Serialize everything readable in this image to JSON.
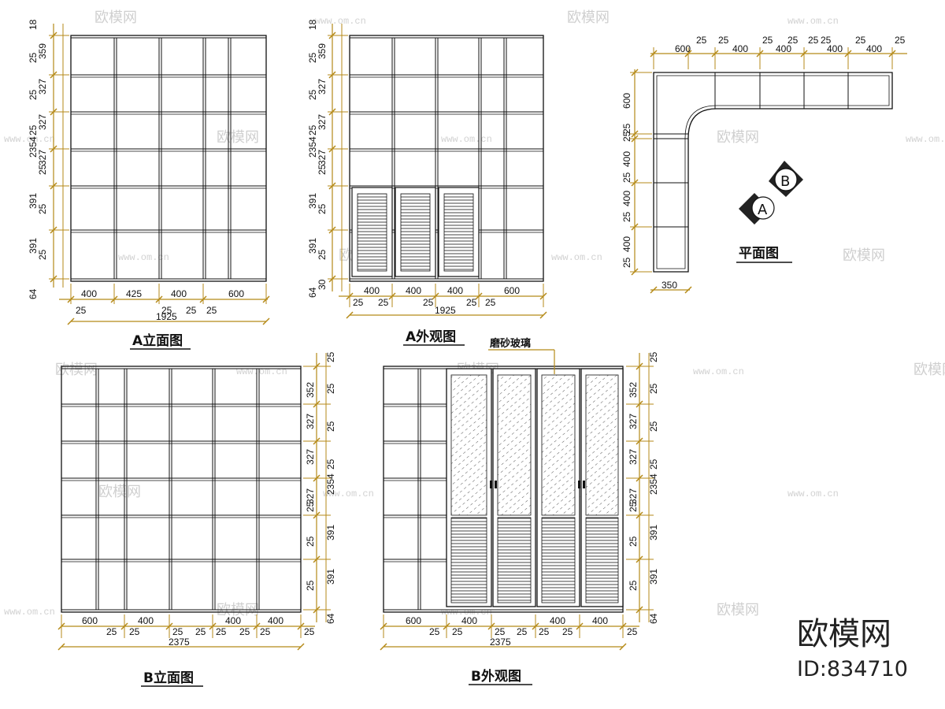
{
  "watermark": {
    "brand": "欧模网",
    "site": "www.om.cn"
  },
  "logo": {
    "name": "欧模网",
    "id": "ID:834710"
  },
  "drawings": {
    "a_elevation": {
      "title": "A立面图",
      "bottom_dims": [
        "400",
        "425",
        "400",
        "600"
      ],
      "gap_dims": [
        "25",
        "25",
        "25",
        "25"
      ],
      "total": "1925",
      "left_dims": [
        "18",
        "359",
        "25",
        "327",
        "25",
        "327",
        "25",
        "327",
        "2354",
        "25",
        "391",
        "25",
        "391",
        "25",
        "64"
      ]
    },
    "a_exterior": {
      "title": "A外观图",
      "bottom_dims": [
        "400",
        "400",
        "400",
        "600"
      ],
      "gap_dims": [
        "25",
        "25",
        "25",
        "25",
        "25"
      ],
      "total": "1925",
      "left_dims": [
        "18",
        "359",
        "25",
        "327",
        "25",
        "327",
        "25",
        "327",
        "2354",
        "25",
        "391",
        "25",
        "391",
        "25",
        "64",
        "30"
      ]
    },
    "plan": {
      "title": "平面图",
      "top_dims": [
        "600",
        "25",
        "25",
        "400",
        "25",
        "25",
        "400",
        "25",
        "25",
        "400",
        "25",
        "400",
        "25"
      ],
      "left_dims": [
        "600",
        "25",
        "25",
        "400",
        "25",
        "400",
        "25",
        "400",
        "25"
      ],
      "bottom_dim": "350",
      "markers": [
        "A",
        "B"
      ]
    },
    "b_elevation": {
      "title": "B立面图",
      "bottom_dims": [
        "600",
        "400",
        "400",
        "400"
      ],
      "gap_dims": [
        "25",
        "25",
        "25",
        "25",
        "25",
        "25",
        "25",
        "25"
      ],
      "total": "2375",
      "right_dims": [
        "25",
        "352",
        "25",
        "327",
        "25",
        "327",
        "25",
        "327",
        "2354",
        "25",
        "391",
        "25",
        "391",
        "25",
        "64"
      ]
    },
    "b_exterior": {
      "title": "B外观图",
      "callout": "磨砂玻璃",
      "bottom_dims": [
        "600",
        "400",
        "400",
        "400"
      ],
      "gap_dims": [
        "25",
        "25",
        "25",
        "25",
        "25",
        "25",
        "25"
      ],
      "total": "2375",
      "right_dims": [
        "25",
        "352",
        "25",
        "327",
        "25",
        "327",
        "25",
        "327",
        "2354",
        "25",
        "391",
        "25",
        "391",
        "25",
        "64"
      ]
    }
  }
}
